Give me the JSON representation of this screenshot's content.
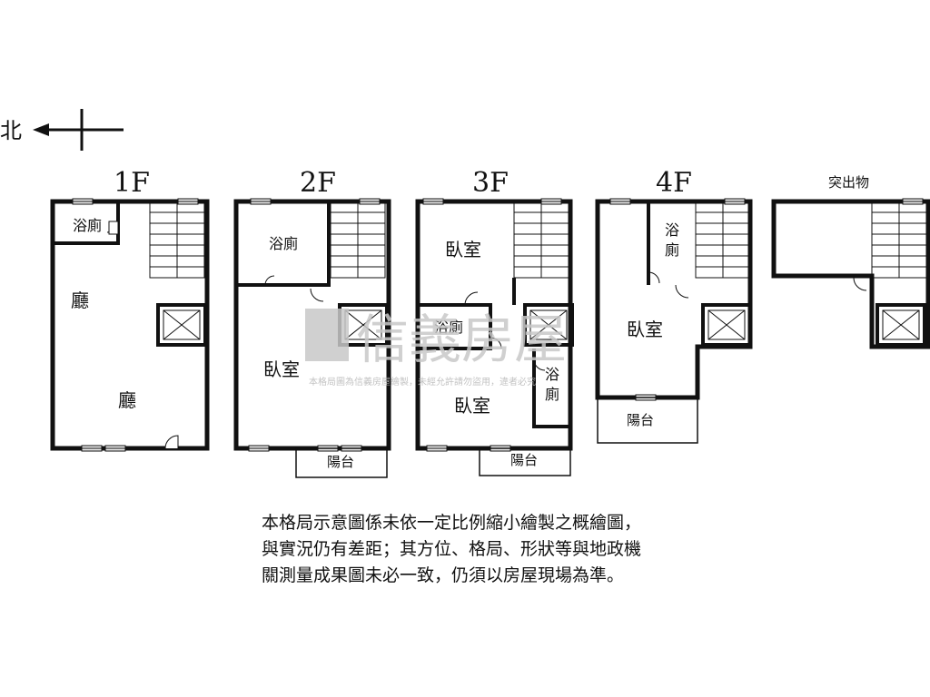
{
  "compass": {
    "label": "北"
  },
  "floors": {
    "f1": {
      "label": "1F",
      "rooms": {
        "bath": "浴廁",
        "hall_upper": "廳",
        "hall_lower": "廳"
      }
    },
    "f2": {
      "label": "2F",
      "rooms": {
        "bath": "浴廁",
        "bedroom": "臥室",
        "balcony": "陽台"
      }
    },
    "f3": {
      "label": "3F",
      "rooms": {
        "bedroom_upper": "臥室",
        "bath_left": "浴廁",
        "bedroom_lower": "臥室",
        "bath_right": "浴\n廁",
        "balcony": "陽台"
      }
    },
    "f4": {
      "label": "4F",
      "rooms": {
        "bath": "浴\n廁",
        "bedroom": "臥室",
        "balcony": "陽台"
      }
    },
    "roof": {
      "label": "突出物"
    }
  },
  "watermark": {
    "brand": "信義房屋",
    "notice": "本格局圖為信義房屋繪製，未經允許請勿盜用，違者必究"
  },
  "disclaimer": {
    "lines": [
      "本格局示意圖係未依一定比例縮小繪製之概繪圖，",
      "與實況仍有差距；其方位、格局、形狀等與地政機",
      "關測量成果圖未必一致，仍須以房屋現場為準。"
    ]
  },
  "colors": {
    "wall": "#111111",
    "watermark": "#c8c8c8",
    "window": "#e8e8e8"
  }
}
